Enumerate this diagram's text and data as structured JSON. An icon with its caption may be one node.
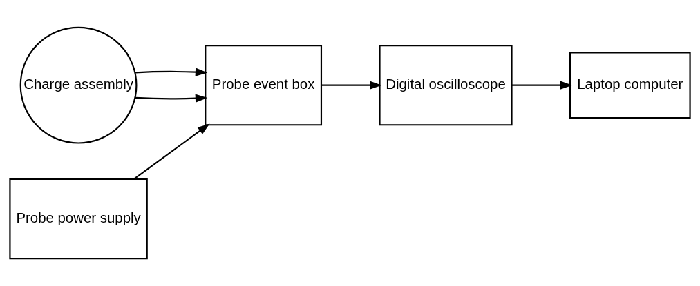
{
  "diagram": {
    "nodes": [
      {
        "text": [
          "Charge assembly"
        ]
      },
      {
        "text": [
          "Probe event box"
        ]
      },
      {
        "text": [
          "Probe power supply"
        ]
      },
      {
        "text": [
          "Digital oscilloscope"
        ]
      },
      {
        "text": [
          "Laptop computer"
        ]
      }
    ],
    "edges": [
      {
        "from": 0,
        "to": 1,
        "arrow": "to"
      },
      {
        "from": 0,
        "to": 1,
        "arrow": "to"
      },
      {
        "from": 2,
        "to": 1,
        "arrow": "to"
      },
      {
        "from": 1,
        "to": 3,
        "arrow": "to"
      },
      {
        "from": 3,
        "to": 4,
        "arrow": "to"
      }
    ]
  }
}
